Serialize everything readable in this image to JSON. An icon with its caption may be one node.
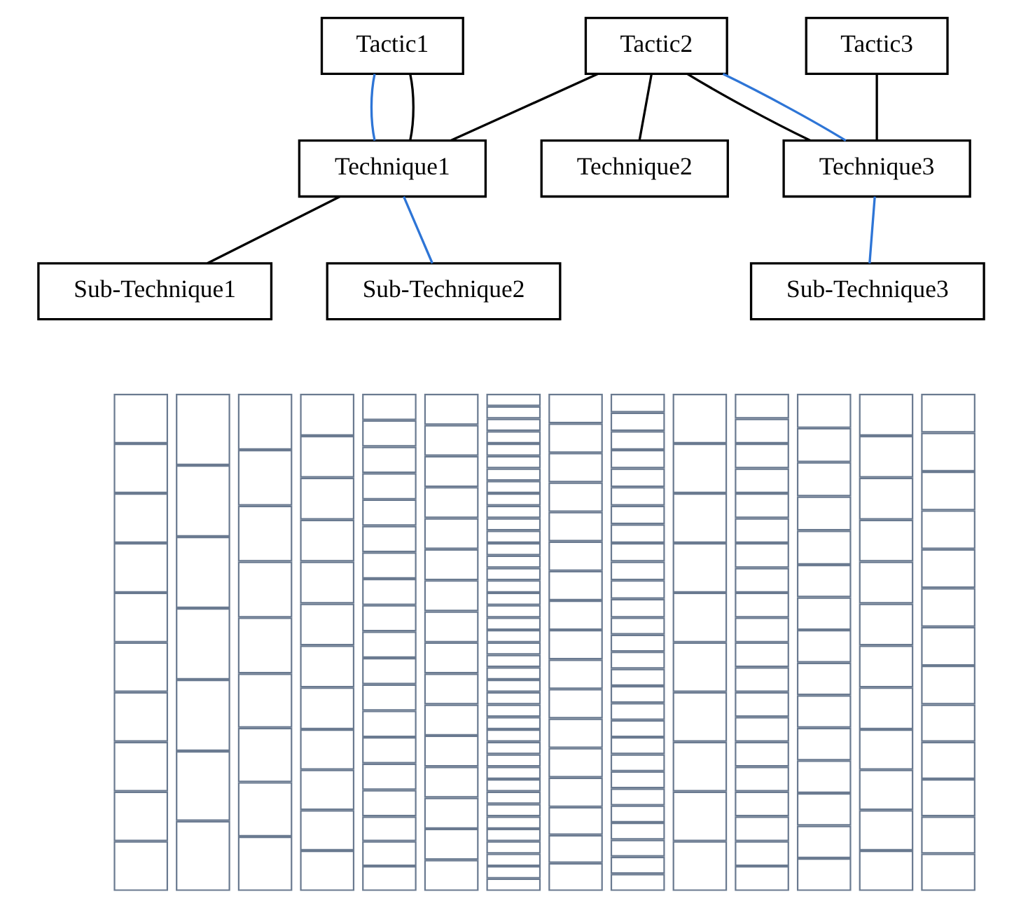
{
  "diagram": {
    "nodes": [
      {
        "text": [
          "Tactic1"
        ]
      },
      {
        "text": [
          "Tactic2"
        ]
      },
      {
        "text": [
          "Tactic3"
        ]
      },
      {
        "text": [
          "Technique1"
        ]
      },
      {
        "text": [
          "Technique2"
        ]
      },
      {
        "text": [
          "Technique3"
        ]
      },
      {
        "text": [
          "Sub-Technique1"
        ]
      },
      {
        "text": [
          "Sub-Technique2"
        ]
      },
      {
        "text": [
          "Sub-Technique3"
        ]
      },
      {
        "text": [],
        "shape": "picture"
      }
    ],
    "edges": [
      {
        "from": 0,
        "to": 3,
        "arrow": "none",
        "color": "#2e75d6"
      },
      {
        "from": 0,
        "to": 3,
        "arrow": "none"
      },
      {
        "from": 1,
        "to": 3,
        "arrow": "none"
      },
      {
        "from": 1,
        "to": 4,
        "arrow": "none"
      },
      {
        "from": 1,
        "to": 5,
        "arrow": "none"
      },
      {
        "from": 1,
        "to": 5,
        "arrow": "none",
        "color": "#2e75d6"
      },
      {
        "from": 2,
        "to": 5,
        "arrow": "none"
      },
      {
        "from": 3,
        "to": 6,
        "arrow": "none"
      },
      {
        "from": 3,
        "to": 7,
        "arrow": "none",
        "color": "#2e75d6"
      },
      {
        "from": 5,
        "to": 8,
        "arrow": "none",
        "color": "#2e75d6"
      }
    ]
  }
}
